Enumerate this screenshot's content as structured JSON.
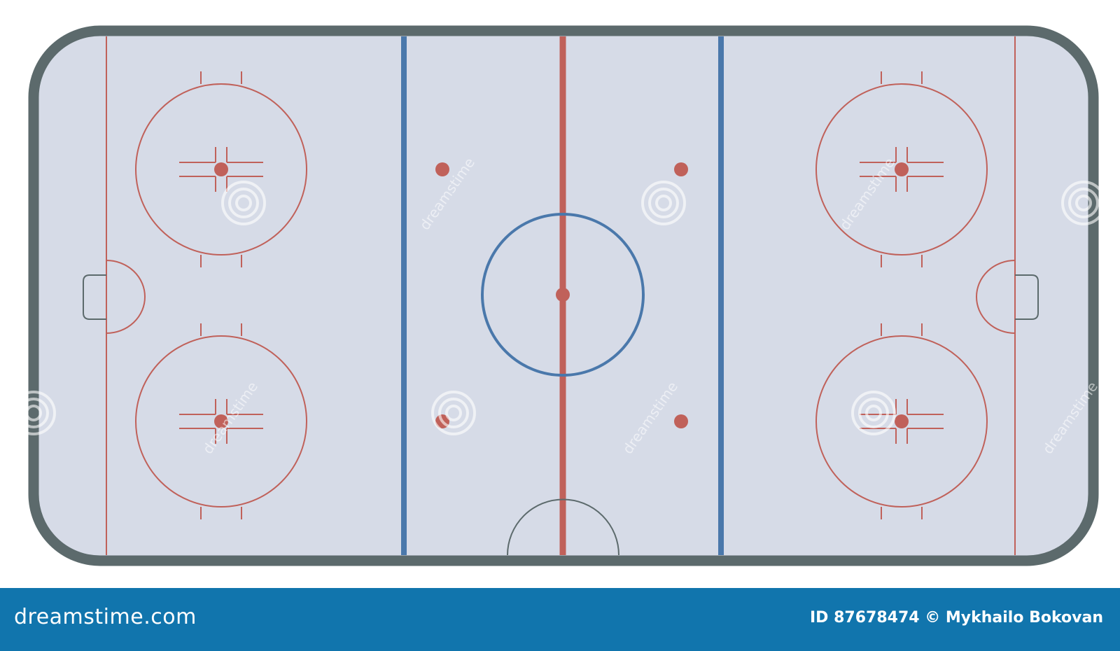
{
  "colors": {
    "ice": "#d6dbe7",
    "boards": "#5c6a6c",
    "red_line": "#c0615a",
    "blue_line": "#4a78ab",
    "crease_outline": "#5c6a6c",
    "footer_bg": "#1175ad",
    "footer_text": "#ffffff"
  },
  "watermark": {
    "text": "dreamstime",
    "icon": "dreamstime-swirl-icon"
  },
  "footer": {
    "brand": "dreamstime.com",
    "credit": "ID 87678474 © Mykhailo Bokovan"
  }
}
